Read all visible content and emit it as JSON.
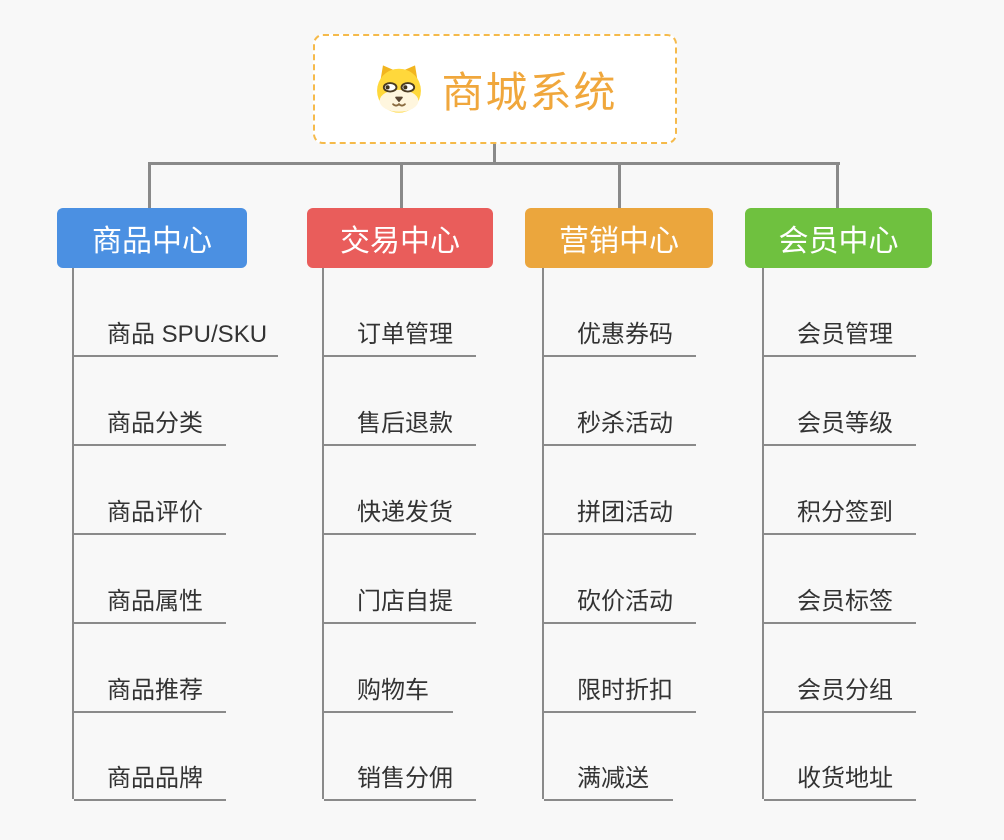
{
  "root": {
    "title": "商城系统",
    "icon": "dog-face-icon"
  },
  "branches": [
    {
      "label": "商品中心",
      "color": "#4B90E2",
      "items": [
        "商品 SPU/SKU",
        "商品分类",
        "商品评价",
        "商品属性",
        "商品推荐",
        "商品品牌"
      ]
    },
    {
      "label": "交易中心",
      "color": "#E95D5B",
      "items": [
        "订单管理",
        "售后退款",
        "快递发货",
        "门店自提",
        "购物车",
        "销售分佣"
      ]
    },
    {
      "label": "营销中心",
      "color": "#EBA63D",
      "items": [
        "优惠券码",
        "秒杀活动",
        "拼团活动",
        "砍价活动",
        "限时折扣",
        "满减送"
      ]
    },
    {
      "label": "会员中心",
      "color": "#6FC13F",
      "items": [
        "会员管理",
        "会员等级",
        "积分签到",
        "会员标签",
        "会员分组",
        "收货地址"
      ]
    }
  ],
  "colors": {
    "background": "#F8F8F8",
    "connector": "#8A8A8A",
    "root_border": "#F5BA4B",
    "root_text": "#F0A73C",
    "item_text": "#333333"
  }
}
